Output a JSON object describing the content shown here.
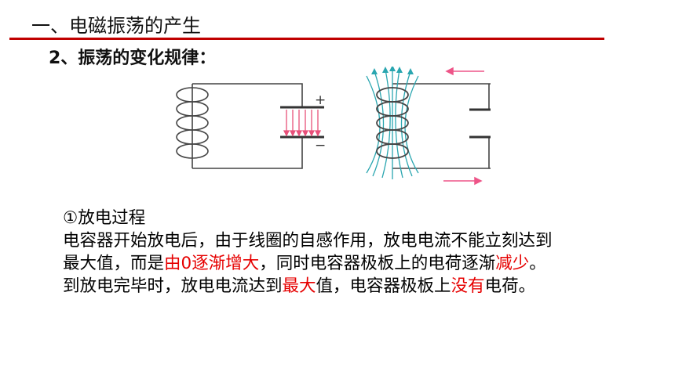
{
  "header": {
    "section_title": "一、电磁振荡的产生",
    "sub_title": "2、振荡的变化规律："
  },
  "diagram": {
    "plus_sign": "+",
    "minus_sign": "−"
  },
  "text": {
    "heading": "①放电过程",
    "l1": "电容器开始放电后，由于线圈的自感作用，放电电流不能立刻达到",
    "l2a": "最大值，而是",
    "l2b": "由0逐渐增大",
    "l2c": "，同时电容器极板上的电荷逐渐",
    "l2d": "减少",
    "l2e": "。",
    "l3a": "到放电完毕时，放电电流达到",
    "l3b": "最大",
    "l3c": "值，电容器极板上",
    "l3d": "没有",
    "l3e": "电荷。"
  },
  "colors": {
    "accent_red": "#e60000",
    "rule_red": "#c00000",
    "field_arrow_teal": "#2aa6b0",
    "current_arrow_pink": "#ee5588"
  }
}
